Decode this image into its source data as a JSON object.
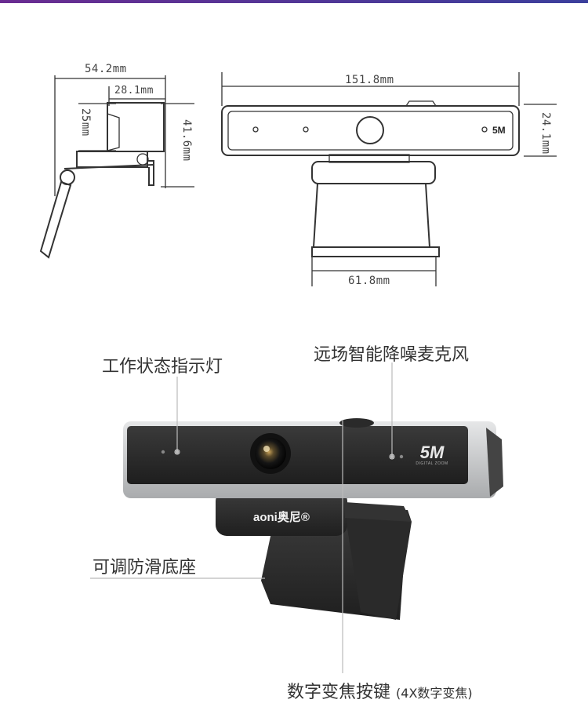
{
  "dimensions": {
    "side_width": "54.2mm",
    "side_depth": "28.1mm",
    "side_body_height": "25mm",
    "side_total_height": "41.6mm",
    "front_width": "151.8mm",
    "front_height": "24.1mm",
    "base_width": "61.8mm"
  },
  "labels": {
    "status_indicator": "工作状态指示灯",
    "far_field_mic": "远场智能降噪麦克风",
    "adjustable_base": "可调防滑底座",
    "zoom_button": "数字变焦按键",
    "zoom_button_note": "(4X数字变焦)"
  },
  "product": {
    "badge": "5M",
    "badge_sub": "DIGITAL ZOOM",
    "brand": "aoni奥尼®"
  },
  "colors": {
    "accent_gradient_start": "#6a2c91",
    "accent_gradient_end": "#3b3f9c",
    "body_dark": "#2b2b2b",
    "frame_silver": "#c9cbcd"
  }
}
